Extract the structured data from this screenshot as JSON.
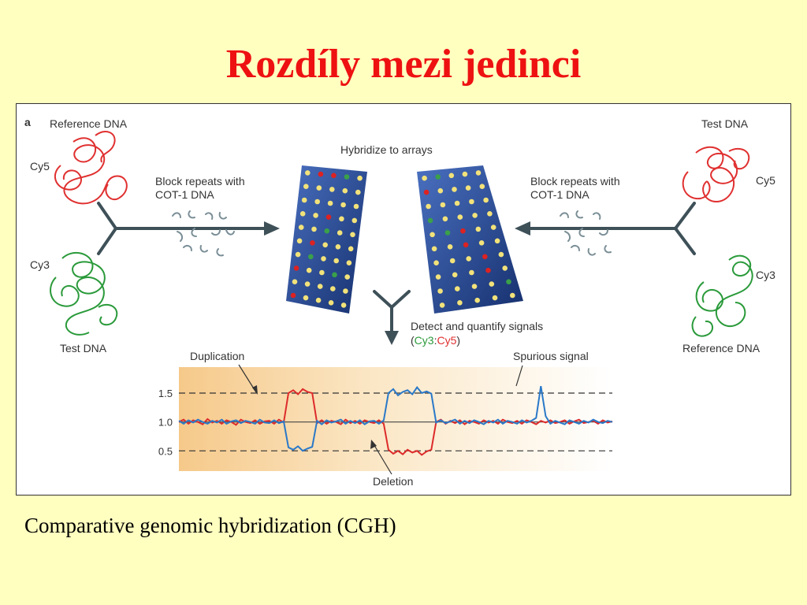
{
  "slide": {
    "title": "Rozdíly mezi jedinci",
    "caption": "Comparative genomic hybridization (CGH)"
  },
  "figure": {
    "panel_letter": "a",
    "left": {
      "heading": "Reference DNA",
      "top_dye": "Cy5",
      "bottom_dye": "Cy3",
      "bottom_label": "Test DNA",
      "block_text_1": "Block repeats with",
      "block_text_2": "COT-1 DNA"
    },
    "right": {
      "heading": "Test DNA",
      "top_dye": "Cy5",
      "bottom_dye": "Cy3",
      "bottom_label": "Reference DNA",
      "block_text_1": "Block repeats with",
      "block_text_2": "COT-1 DNA"
    },
    "hybridize_label": "Hybridize to arrays",
    "detect_label": "Detect and quantify signals",
    "ratio_open": "(",
    "ratio_cy3": "Cy3",
    "ratio_colon": ":",
    "ratio_cy5": "Cy5",
    "ratio_close": ")",
    "duplication_label": "Duplication",
    "deletion_label": "Deletion",
    "spurious_label": "Spurious signal",
    "colors": {
      "cy5": "#e03030",
      "cy3": "#2a9a3a",
      "array_blue": "#1e3f8a",
      "spot_yellow": "#f2e27a",
      "spot_red": "#dd2222",
      "spot_green": "#3aa04a",
      "arrow": "#3e5058",
      "plot_red": "#dd2a2a",
      "plot_blue": "#2a78c8"
    }
  },
  "chart_data": {
    "type": "line",
    "title": "",
    "yticks": [
      "1.5",
      "1.0",
      "0.5"
    ],
    "ylim": [
      0.15,
      1.95
    ],
    "dashed_levels": [
      1.5,
      0.5
    ],
    "solid_level": 1.0,
    "series": [
      {
        "values": [
          1.0,
          1.04,
          0.97,
          1.03,
          1.0,
          0.96,
          1.05,
          0.99,
          1.02,
          0.97,
          1.03,
          1.0,
          0.95,
          1.04,
          1.0,
          0.98,
          1.03,
          0.97,
          1.01,
          1.02,
          0.97,
          1.04,
          0.99,
          1.5,
          1.55,
          1.48,
          1.57,
          1.52,
          1.5,
          0.98,
          1.03,
          0.97,
          1.02,
          1.0,
          0.96,
          1.04,
          0.98,
          1.02,
          0.97,
          1.03,
          1.0,
          0.98,
          1.03,
          0.97,
          0.52,
          0.45,
          0.5,
          0.44,
          0.52,
          0.47,
          0.5,
          0.43,
          0.49,
          0.52,
          1.0,
          1.04,
          0.97,
          1.02,
          0.98,
          1.03,
          0.96,
          1.02,
          1.0,
          0.97,
          1.03,
          0.99,
          1.02,
          0.97,
          1.04,
          1.0,
          0.98,
          1.02,
          0.97,
          1.03,
          1.0,
          0.96,
          1.02,
          0.99,
          1.03,
          0.98,
          1.0,
          1.03,
          0.97,
          1.01,
          1.04,
          0.98,
          1.0,
          1.02,
          0.97,
          1.03,
          0.99,
          1.01
        ]
      },
      {
        "values": [
          1.02,
          0.97,
          1.03,
          0.99,
          1.04,
          1.0,
          0.97,
          1.02,
          0.99,
          1.04,
          0.97,
          1.01,
          1.03,
          0.98,
          1.02,
          1.0,
          0.97,
          1.04,
          0.99,
          0.98,
          1.03,
          0.98,
          1.01,
          0.56,
          0.52,
          0.58,
          0.5,
          0.54,
          0.57,
          1.02,
          0.96,
          1.03,
          0.99,
          1.01,
          1.04,
          0.97,
          1.02,
          0.98,
          1.03,
          0.96,
          1.01,
          1.02,
          0.97,
          1.03,
          1.5,
          1.57,
          1.46,
          1.52,
          1.55,
          1.48,
          1.6,
          1.5,
          1.53,
          1.49,
          0.99,
          1.03,
          0.98,
          1.01,
          1.04,
          0.97,
          1.02,
          0.98,
          1.03,
          1.0,
          0.96,
          1.02,
          0.99,
          1.04,
          0.97,
          1.02,
          1.0,
          0.97,
          1.03,
          0.99,
          1.02,
          1.07,
          1.62,
          1.1,
          0.97,
          1.02,
          0.99,
          0.96,
          1.03,
          1.0,
          0.97,
          1.02,
          0.99,
          1.04,
          1.0,
          0.98,
          1.02,
          1.0
        ]
      }
    ]
  }
}
